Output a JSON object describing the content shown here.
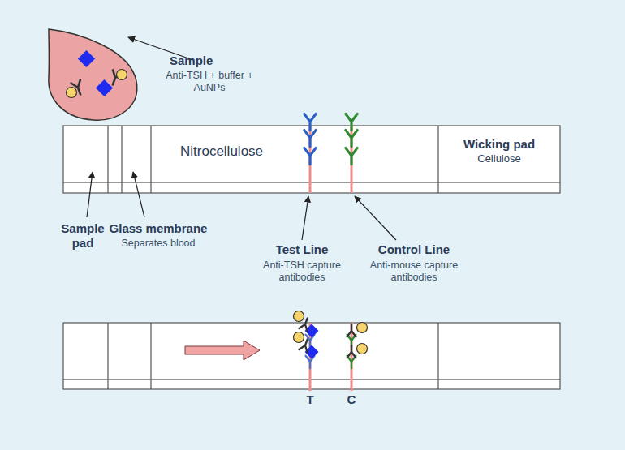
{
  "diagram": {
    "nodes": [
      {
        "text": [
          "Nitrocellulose"
        ]
      },
      {
        "text": [
          "Wicking pad",
          "Cellulose"
        ]
      }
    ],
    "labels": [
      "Sample",
      "Anti-TSH + buffer + AuNPs",
      "Sample pad",
      "Glass membrane",
      "Separates blood",
      "Test Line",
      "Anti-TSH capture antibodies",
      "Control Line",
      "Anti-mouse capture antibodies",
      "T",
      "C"
    ]
  }
}
